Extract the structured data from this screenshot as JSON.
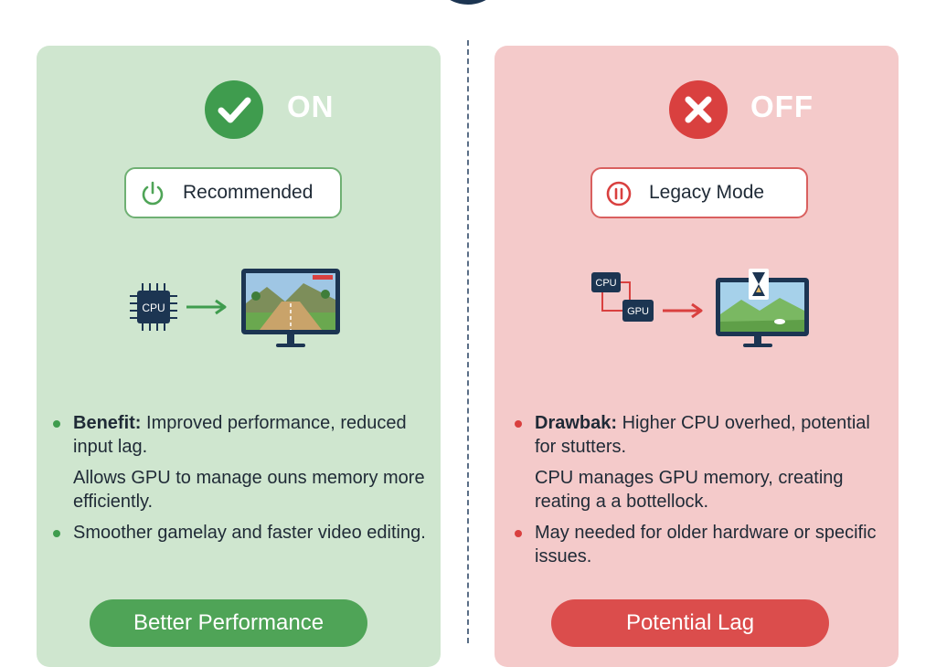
{
  "on_panel": {
    "status": "ON",
    "badge": "Recommended",
    "illustration": {
      "chip_label": "CPU"
    },
    "bullets": [
      {
        "strong": "Benefit:",
        "text": " Improved performance, reduced input lag."
      },
      {
        "text": "Allows GPU to manage ouns memory more efficiently."
      },
      {
        "text": "Smoother gamelay and faster video editing."
      }
    ],
    "button": "Better Performance"
  },
  "off_panel": {
    "status": "OFF",
    "badge": "Legacy Mode",
    "illustration": {
      "cpu_label": "CPU",
      "gpu_label": "GPU"
    },
    "bullets": [
      {
        "strong": "Drawbak:",
        "text": " Higher CPU overhed, potential for stutters."
      },
      {
        "text": "CPU manages GPU memory, creating reating a a bottellock."
      },
      {
        "text": "May needed for older hardware or specific issues."
      }
    ],
    "button": "Potential Lag"
  },
  "colors": {
    "on_bg": "#cfe6cf",
    "on_accent": "#3f9c4e",
    "off_bg": "#f4caca",
    "off_accent": "#d9403f"
  },
  "icons": [
    "info-icon",
    "check-icon",
    "x-icon",
    "power-icon",
    "pause-icon",
    "cpu-chip-icon",
    "arrow-right-icon",
    "monitor-game-icon",
    "monitor-landscape-icon",
    "hourglass-icon"
  ]
}
